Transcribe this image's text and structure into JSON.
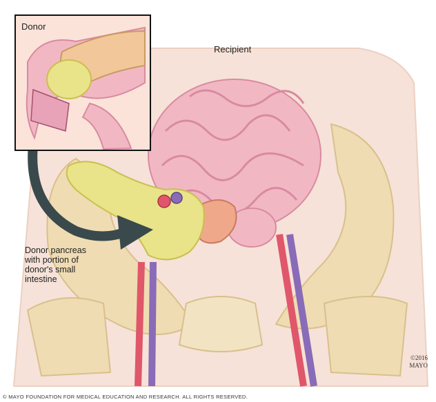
{
  "labels": {
    "recipient": "Recipient",
    "donor": "Donor",
    "donor_note": [
      "Donor pancreas",
      "with portion of",
      "donor's small",
      "intestine"
    ],
    "year_mark": [
      "©2016",
      "MAYO"
    ],
    "copyright": "© MAYO FOUNDATION FOR MEDICAL EDUCATION AND RESEARCH. ALL RIGHTS RESERVED."
  },
  "colors": {
    "skin": "#f4d9cd",
    "bone": "#efdcb3",
    "bone_edge": "#d9bf8c",
    "intestine": "#f1b8c4",
    "intestine_shade": "#d98aa0",
    "pancreas": "#e9e38a",
    "pancreas_edge": "#c9bf4e",
    "artery": "#e0566a",
    "vein": "#8a6bb8",
    "arrow": "#3a4a4c",
    "inset_border": "#111111"
  }
}
